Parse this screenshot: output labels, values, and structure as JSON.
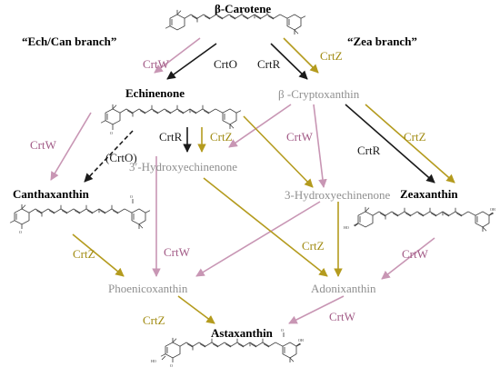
{
  "colors": {
    "pathway_black": "#1a1a1a",
    "crtw_pink": "#c896b4",
    "crtz_olive": "#b49b1e",
    "crtw_label": "#a25a86",
    "crtz_label": "#a08a10",
    "grey_compound": "#8f8f8f"
  },
  "branches": {
    "left": "“Ech/Can branch”",
    "right": "“Zea branch”"
  },
  "compounds": {
    "beta_carotene": "β-Carotene",
    "echinenone": "Echinenone",
    "beta_cryptoxanthin": "β -Cryptoxanthin",
    "hydroxyechinenone_3p": "3′-Hydroxyechinenone",
    "hydroxyechinenone_3": "3-Hydroxyechinenone",
    "canthaxanthin": "Canthaxanthin",
    "zeaxanthin": "Zeaxanthin",
    "phoenicoxanthin": "Phoenicoxanthin",
    "adonixanthin": "Adonixanthin",
    "astaxanthin": "Astaxanthin"
  },
  "enzymes": {
    "crtw": "CrtW",
    "crtz": "CrtZ",
    "crto": "CrtO",
    "crtr": "CrtR",
    "crto_dashed": "(CrtO)"
  },
  "atoms": {
    "oxygen": "O",
    "hydroxyl": "OH",
    "hydroxyl_left": "HO"
  }
}
